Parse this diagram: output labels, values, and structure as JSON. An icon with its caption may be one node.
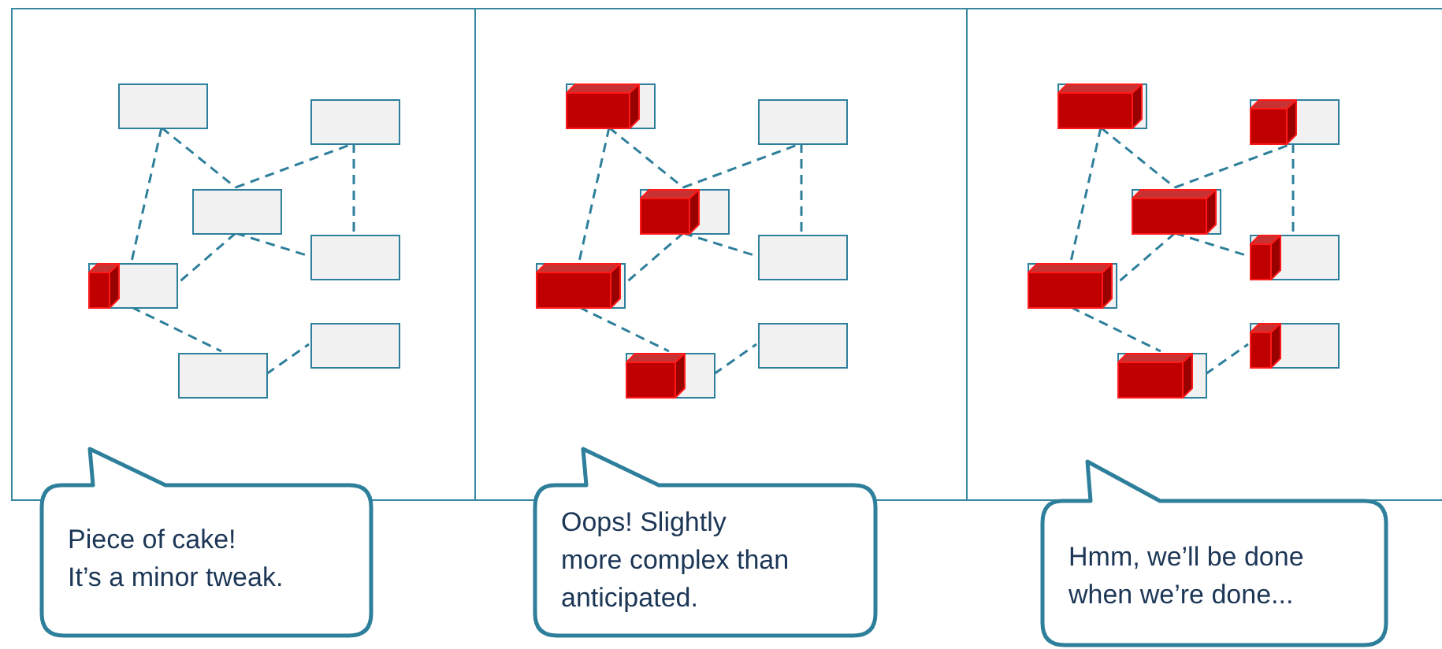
{
  "diagram": {
    "nodes": [
      {
        "text": [],
        "shape": "box"
      },
      {
        "text": [],
        "shape": "box",
        "in": 0
      },
      {
        "text": [],
        "shape": "box",
        "in": 0
      },
      {
        "text": [],
        "shape": "box",
        "in": 0
      },
      {
        "text": [],
        "shape": "box",
        "in": 0
      },
      {
        "text": [],
        "shape": "box",
        "in": 0
      },
      {
        "text": [],
        "shape": "box",
        "in": 0
      },
      {
        "text": [],
        "shape": "box",
        "in": 0
      },
      {
        "text": [],
        "shape": "box"
      },
      {
        "text": [],
        "shape": "box",
        "in": 8
      },
      {
        "text": [],
        "shape": "box",
        "in": 8
      },
      {
        "text": [],
        "shape": "box",
        "in": 8
      },
      {
        "text": [],
        "shape": "box",
        "in": 8
      },
      {
        "text": [],
        "shape": "box",
        "in": 8
      },
      {
        "text": [],
        "shape": "box",
        "in": 8
      },
      {
        "text": [],
        "shape": "box",
        "in": 8
      },
      {
        "text": [],
        "shape": "box"
      },
      {
        "text": [],
        "shape": "box",
        "in": 16
      },
      {
        "text": [],
        "shape": "box",
        "in": 16
      },
      {
        "text": [],
        "shape": "box",
        "in": 16
      },
      {
        "text": [],
        "shape": "box",
        "in": 16
      },
      {
        "text": [],
        "shape": "box",
        "in": 16
      },
      {
        "text": [],
        "shape": "box",
        "in": 16
      },
      {
        "text": [],
        "shape": "box",
        "in": 16
      },
      {
        "text": [
          "Piece of cake!",
          "It’s a minor tweak."
        ]
      },
      {
        "text": [
          "Oops! Slightly more complex than anticipated."
        ]
      },
      {
        "text": [
          "Hmm, we’ll be done when we’re done..."
        ]
      }
    ],
    "edges": [
      {
        "from": 1,
        "to": 3,
        "arrow": "none",
        "style": "dashed"
      },
      {
        "from": 1,
        "to": 5,
        "arrow": "none",
        "style": "dashed"
      },
      {
        "from": 3,
        "to": 2,
        "arrow": "none",
        "style": "dashed"
      },
      {
        "from": 2,
        "to": 4,
        "arrow": "none",
        "style": "dashed"
      },
      {
        "from": 3,
        "to": 4,
        "arrow": "none",
        "style": "dashed"
      },
      {
        "from": 3,
        "to": 5,
        "arrow": "none",
        "style": "dashed"
      },
      {
        "from": 5,
        "to": 7,
        "arrow": "none",
        "style": "dashed"
      },
      {
        "from": 7,
        "to": 6,
        "arrow": "none",
        "style": "dashed"
      },
      {
        "from": 9,
        "to": 11,
        "arrow": "none",
        "style": "dashed"
      },
      {
        "from": 9,
        "to": 13,
        "arrow": "none",
        "style": "dashed"
      },
      {
        "from": 11,
        "to": 10,
        "arrow": "none",
        "style": "dashed"
      },
      {
        "from": 10,
        "to": 12,
        "arrow": "none",
        "style": "dashed"
      },
      {
        "from": 11,
        "to": 12,
        "arrow": "none",
        "style": "dashed"
      },
      {
        "from": 11,
        "to": 13,
        "arrow": "none",
        "style": "dashed"
      },
      {
        "from": 13,
        "to": 15,
        "arrow": "none",
        "style": "dashed"
      },
      {
        "from": 15,
        "to": 14,
        "arrow": "none",
        "style": "dashed"
      },
      {
        "from": 17,
        "to": 19,
        "arrow": "none",
        "style": "dashed"
      },
      {
        "from": 17,
        "to": 21,
        "arrow": "none",
        "style": "dashed"
      },
      {
        "from": 19,
        "to": 18,
        "arrow": "none",
        "style": "dashed"
      },
      {
        "from": 18,
        "to": 20,
        "arrow": "none",
        "style": "dashed"
      },
      {
        "from": 19,
        "to": 20,
        "arrow": "none",
        "style": "dashed"
      },
      {
        "from": 19,
        "to": 21,
        "arrow": "none",
        "style": "dashed"
      },
      {
        "from": 21,
        "to": 23,
        "arrow": "none",
        "style": "dashed"
      },
      {
        "from": 23,
        "to": 22,
        "arrow": "none",
        "style": "dashed"
      }
    ]
  }
}
